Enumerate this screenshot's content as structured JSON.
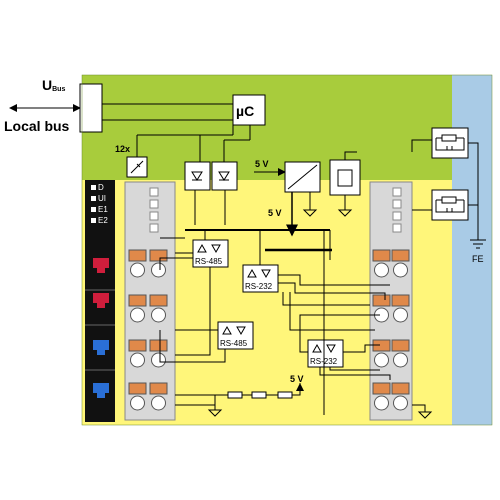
{
  "labels": {
    "ubus_main": "U",
    "ubus_sub": "Bus",
    "local_bus": "Local bus",
    "uc": "µC",
    "twelve_x": "12x",
    "five_v_top": "5 V",
    "five_v_mid": "5 V",
    "five_v_bottom": "5 V",
    "fe": "FE"
  },
  "leds": [
    "D",
    "UI",
    "E1",
    "E2"
  ],
  "interfaces": [
    {
      "label": "RS-485"
    },
    {
      "label": "RS-232"
    },
    {
      "label": "RS-485"
    },
    {
      "label": "RS-232"
    }
  ],
  "colors": {
    "green_area": "#a8cc3c",
    "yellow_area": "#fff67a",
    "blue_strip": "#a9cbe6",
    "connector_gray": "#d8d8d8",
    "terminal_orange": "#e0894a",
    "dark_panel": "#111111",
    "red_button": "#d01e3c",
    "blue_button": "#2a6fd6"
  }
}
